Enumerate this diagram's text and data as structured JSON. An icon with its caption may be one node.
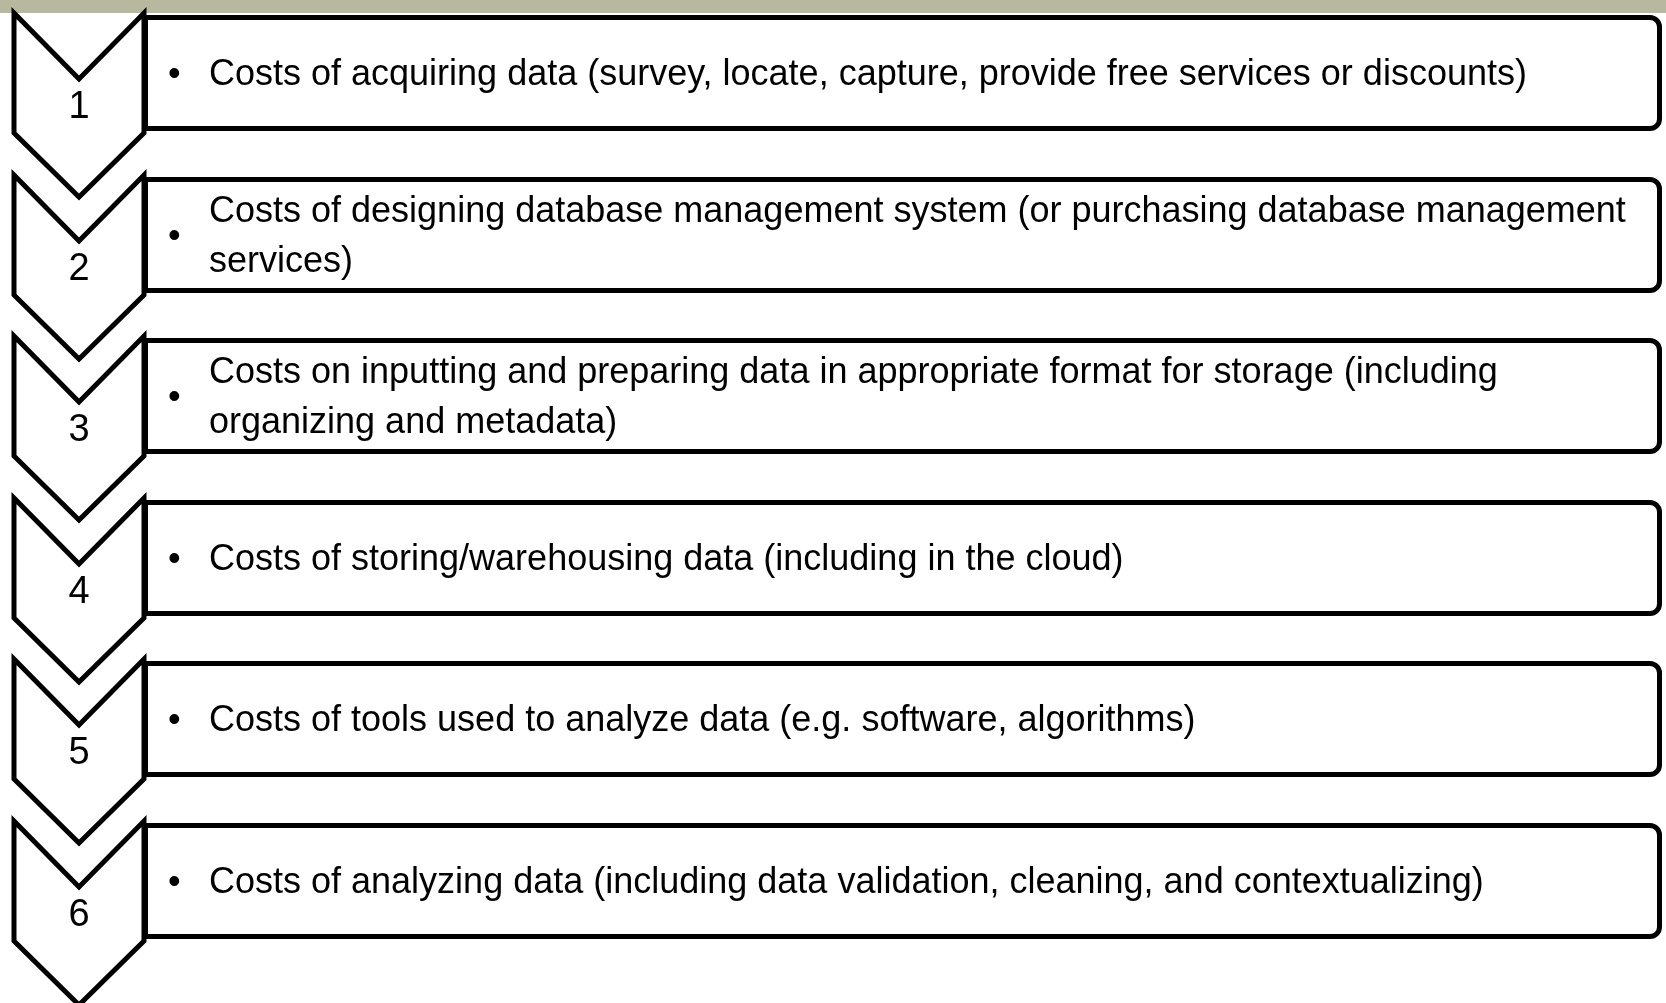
{
  "diagram": {
    "nodes": [
      {
        "text": [
          "1"
        ]
      },
      {
        "text": [
          "•",
          "Costs of acquiring data (survey, locate, capture, provide free services or discounts)"
        ]
      },
      {
        "text": [
          "2"
        ]
      },
      {
        "text": [
          "•",
          "Costs of designing database management system (or purchasing database management services)"
        ]
      },
      {
        "text": [
          "3"
        ]
      },
      {
        "text": [
          "•",
          "Costs on inputting and preparing data in appropriate format for storage (including organizing and metadata)"
        ]
      },
      {
        "text": [
          "4"
        ]
      },
      {
        "text": [
          "•",
          "Costs of storing/warehousing data (including in the cloud)"
        ]
      },
      {
        "text": [
          "5"
        ]
      },
      {
        "text": [
          "•",
          "Costs of tools used to analyze data (e.g. software, algorithms)"
        ]
      },
      {
        "text": [
          "6"
        ]
      },
      {
        "text": [
          "•",
          "Costs of analyzing data (including data validation, cleaning, and contextualizing)"
        ]
      }
    ]
  }
}
